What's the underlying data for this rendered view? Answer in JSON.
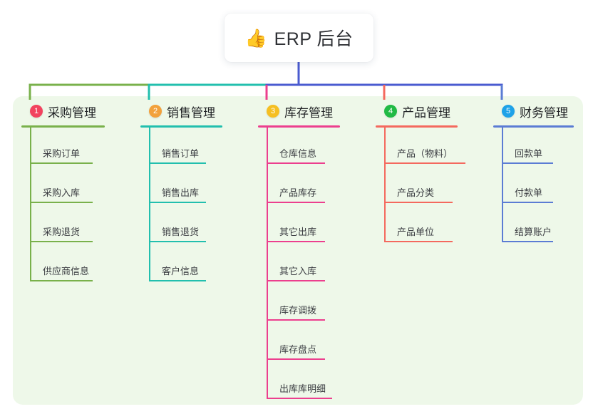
{
  "diagram": {
    "type": "mind-map",
    "title": "ERP 后台",
    "root": {
      "icon": "thumbs-up-icon",
      "emoji": "👍",
      "label": "ERP 后台"
    },
    "panel_color": "#eef8e9",
    "root_stem_color": "#4a5bd0",
    "branches": [
      {
        "index": "1",
        "label": "采购管理",
        "badge_color": "#f2435f",
        "line_color": "#79b14b",
        "items": [
          {
            "label": "采购订单"
          },
          {
            "label": "采购入库"
          },
          {
            "label": "采购退货"
          },
          {
            "label": "供应商信息"
          }
        ]
      },
      {
        "index": "2",
        "label": "销售管理",
        "badge_color": "#f2a13c",
        "line_color": "#22bfae",
        "items": [
          {
            "label": "销售订单"
          },
          {
            "label": "销售出库"
          },
          {
            "label": "销售退货"
          },
          {
            "label": "客户信息"
          }
        ]
      },
      {
        "index": "3",
        "label": "库存管理",
        "badge_color": "#f5bf22",
        "line_color": "#ec3f8e",
        "items": [
          {
            "label": "仓库信息"
          },
          {
            "label": "产品库存"
          },
          {
            "label": "其它出库"
          },
          {
            "label": "其它入库"
          },
          {
            "label": "库存调拨"
          },
          {
            "label": "库存盘点"
          },
          {
            "label": "出库库明细"
          }
        ]
      },
      {
        "index": "4",
        "label": "产品管理",
        "badge_color": "#21ba45",
        "line_color": "#f4695e",
        "items": [
          {
            "label": "产品（物料）"
          },
          {
            "label": "产品分类"
          },
          {
            "label": "产品单位"
          }
        ]
      },
      {
        "index": "5",
        "label": "财务管理",
        "badge_color": "#1fa2e8",
        "line_color": "#5b7cd4",
        "items": [
          {
            "label": "回款单"
          },
          {
            "label": "付款单"
          },
          {
            "label": "结算账户"
          }
        ]
      }
    ]
  }
}
